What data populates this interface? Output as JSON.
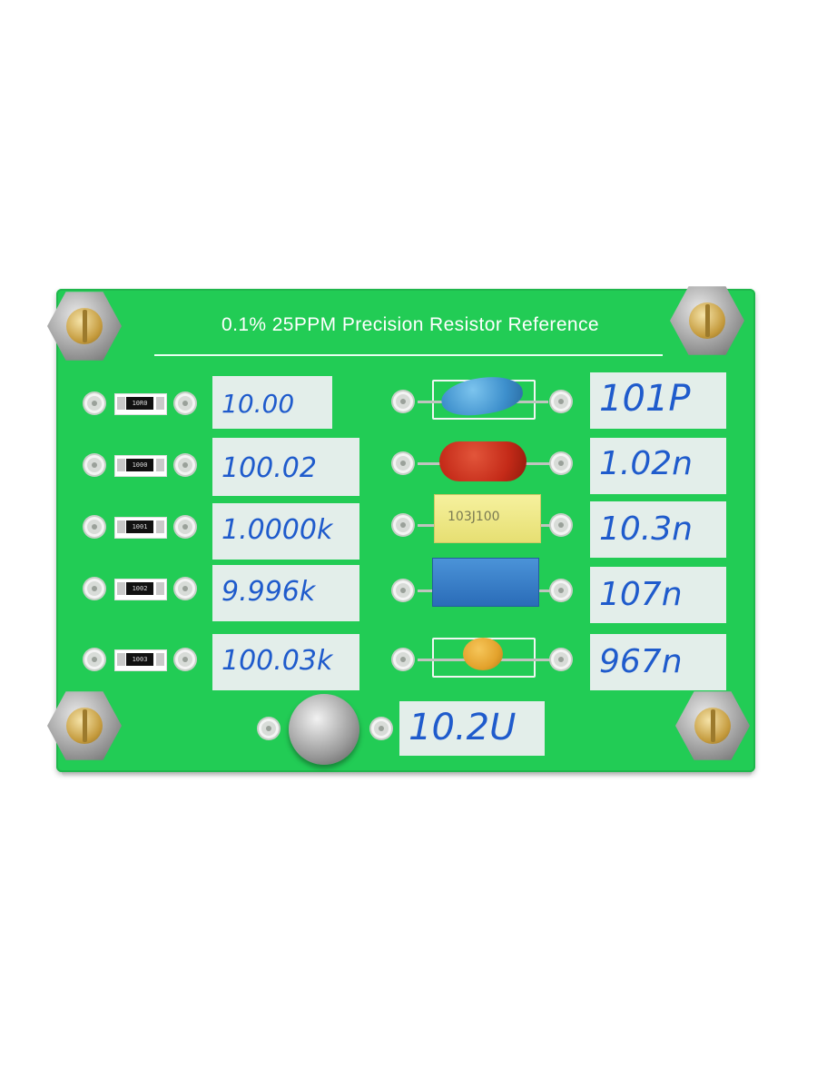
{
  "board": {
    "title": "0.1% 25PPM Precision Resistor Reference"
  },
  "resistors": [
    {
      "code": "10R0",
      "label": "10.00"
    },
    {
      "code": "1000",
      "label": "100.02"
    },
    {
      "code": "1001",
      "label": "1.0000k"
    },
    {
      "code": "1002",
      "label": "9.996k"
    },
    {
      "code": "1003",
      "label": "100.03k"
    }
  ],
  "capacitors": [
    {
      "label": "101P"
    },
    {
      "label": "1.02n"
    },
    {
      "label": "10.3n",
      "marking": "103J100"
    },
    {
      "label": "107n"
    },
    {
      "label": "967n"
    }
  ],
  "electrolytic": {
    "label": "10.2U"
  },
  "colors": {
    "pcb": "#22cc55",
    "label_bg": "#e3eeea",
    "ink": "#1f5bcc",
    "cap_blue_disc": "#3d8fcc",
    "cap_red": "#c42a18",
    "cap_yellow": "#f0ea86",
    "cap_blue_box": "#2f78c8",
    "cap_orange": "#e3a22c"
  }
}
